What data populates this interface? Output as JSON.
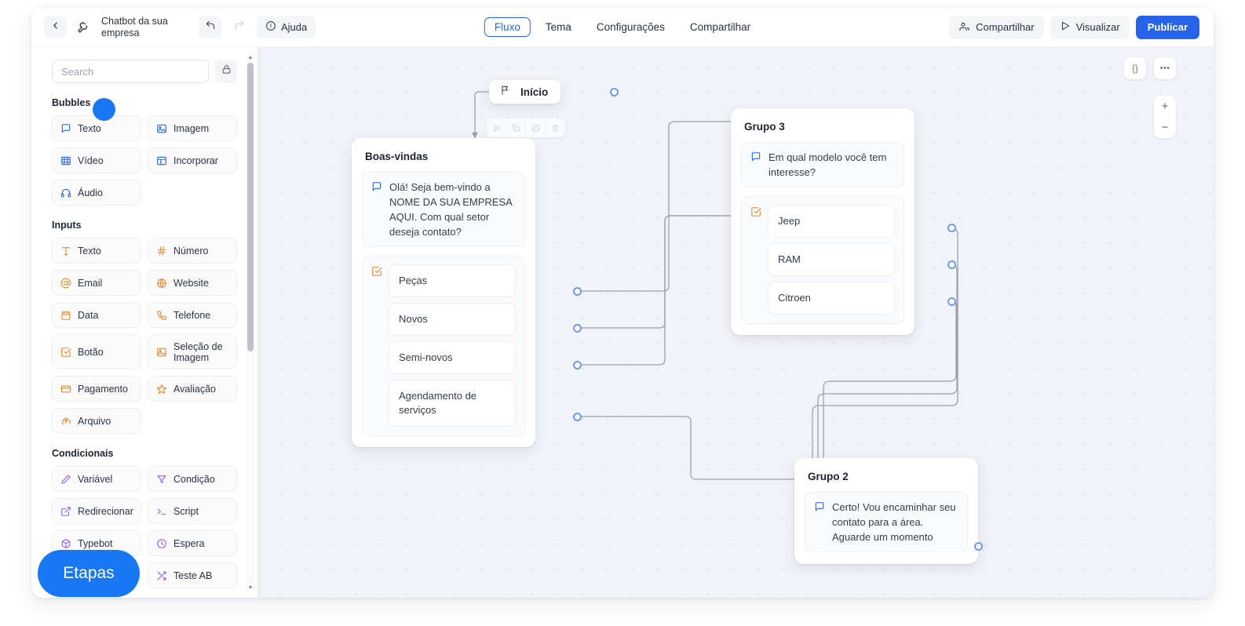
{
  "header": {
    "back_icon": "chevron-left-icon",
    "wrench_icon": "wrench-icon",
    "bot_name": "Chatbot da sua empresa",
    "undo_icon": "undo-icon",
    "redo_icon": "redo-icon",
    "help_label": "Ajuda",
    "help_icon": "question-circle-icon",
    "tabs": [
      {
        "label": "Fluxo",
        "active": true
      },
      {
        "label": "Tema",
        "active": false
      },
      {
        "label": "Configurações",
        "active": false
      },
      {
        "label": "Compartilhar",
        "active": false
      }
    ],
    "share_label": "Compartilhar",
    "share_icon": "users-icon",
    "preview_label": "Visualizar",
    "preview_icon": "play-icon",
    "publish_label": "Publicar"
  },
  "sidebar": {
    "search_placeholder": "Search",
    "lock_icon": "lock-icon",
    "sections": [
      {
        "title": "Bubbles",
        "color": "#2563eb",
        "items": [
          {
            "label": "Texto",
            "icon": "chat-bubble-icon"
          },
          {
            "label": "Imagem",
            "icon": "image-icon"
          },
          {
            "label": "Vídeo",
            "icon": "film-icon"
          },
          {
            "label": "Incorporar",
            "icon": "layout-icon"
          },
          {
            "label": "Áudio",
            "icon": "headphones-icon"
          }
        ]
      },
      {
        "title": "Inputs",
        "color": "#e8862a",
        "items": [
          {
            "label": "Texto",
            "icon": "text-icon"
          },
          {
            "label": "Número",
            "icon": "hash-icon"
          },
          {
            "label": "Email",
            "icon": "at-sign-icon"
          },
          {
            "label": "Website",
            "icon": "globe-icon"
          },
          {
            "label": "Data",
            "icon": "calendar-icon"
          },
          {
            "label": "Telefone",
            "icon": "phone-icon"
          },
          {
            "label": "Botão",
            "icon": "check-square-icon"
          },
          {
            "label": "Seleção de Imagem",
            "icon": "image-icon"
          },
          {
            "label": "Pagamento",
            "icon": "credit-card-icon"
          },
          {
            "label": "Avaliação",
            "icon": "star-icon"
          },
          {
            "label": "Arquivo",
            "icon": "file-upload-icon"
          }
        ]
      },
      {
        "title": "Condicionais",
        "color": "#8b5cf6",
        "items": [
          {
            "label": "Variável",
            "icon": "pencil-icon"
          },
          {
            "label": "Condição",
            "icon": "filter-icon"
          },
          {
            "label": "Redirecionar",
            "icon": "external-link-icon"
          },
          {
            "label": "Script",
            "icon": "terminal-icon"
          },
          {
            "label": "Typebot",
            "icon": "cube-icon"
          },
          {
            "label": "Espera",
            "icon": "clock-icon"
          },
          {
            "label": "Teste AB",
            "icon": "shuffle-icon"
          }
        ]
      }
    ]
  },
  "overlays": {
    "etapas_label": "Etapas",
    "marker_color": "#1877f2"
  },
  "canvas_controls": {
    "variables_label": "{}",
    "more_label": "•••",
    "zoom_in": "+",
    "zoom_out": "−"
  },
  "node_toolbar": {
    "play_icon": "play-icon",
    "copy_icon": "copy-icon",
    "info_icon": "info-icon",
    "trash_icon": "trash-icon"
  },
  "flow": {
    "start": {
      "label": "Início",
      "icon": "flag-icon"
    },
    "groups": [
      {
        "id": "boas-vindas",
        "title": "Boas-vindas",
        "message": "Olá! Seja bem-vindo a NOME DA SUA EMPRESA AQUI. Com qual setor deseja contato?",
        "message_icon": "chat-bubble-icon",
        "choices_icon": "check-square-icon",
        "choices": [
          "Peças",
          "Novos",
          "Semi-novos",
          "Agendamento de serviços"
        ]
      },
      {
        "id": "grupo-3",
        "title": "Grupo 3",
        "message": "Em qual modelo você tem interesse?",
        "message_icon": "chat-bubble-icon",
        "choices_icon": "check-square-icon",
        "choices": [
          "Jeep",
          "RAM",
          "Citroen"
        ]
      },
      {
        "id": "grupo-2",
        "title": "Grupo 2",
        "message": "Certo! Vou encaminhar seu contato para a área. Aguarde um momento",
        "message_icon": "chat-bubble-icon",
        "choices_icon": null,
        "choices": []
      }
    ]
  }
}
